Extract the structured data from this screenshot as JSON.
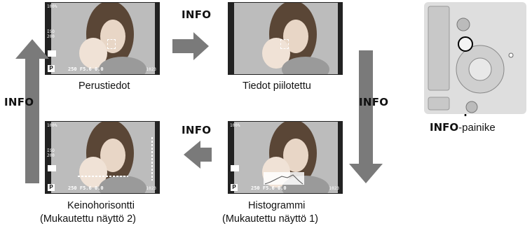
{
  "info_label": "INFO",
  "screens": {
    "perustiedot": {
      "caption": "Perustiedot"
    },
    "piilotettu": {
      "caption": "Tiedot piilotettu"
    },
    "histogrammi": {
      "caption_line1": "Histogrammi",
      "caption_line2": "(Mukautettu näyttö 1)"
    },
    "keinohorisontti": {
      "caption_line1": "Keinohorisontti",
      "caption_line2": "(Mukautettu näyttö 2)"
    }
  },
  "hud": {
    "mode": "P",
    "shutter": "250",
    "aperture": "F5.6",
    "exposure": "0.0",
    "iso": "ISO 200",
    "battery": "100%",
    "shots": "1023"
  },
  "camera": {
    "button_bold": "INFO",
    "button_rest": "-painike"
  },
  "colors": {
    "arrow": "#7a7a7a",
    "callout": "#000000"
  }
}
